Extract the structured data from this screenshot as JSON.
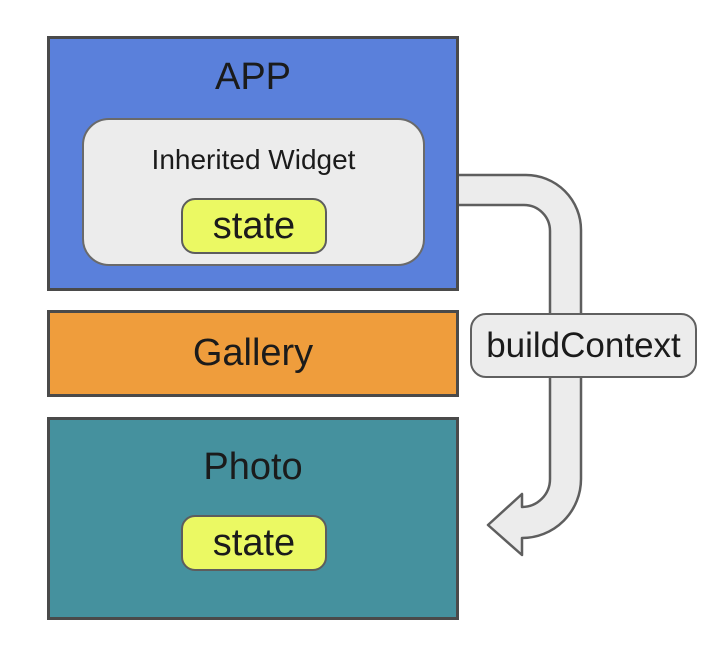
{
  "nodes": {
    "app": {
      "label": "APP",
      "fill": "#5a80db"
    },
    "inherited_widget": {
      "label": "Inherited Widget",
      "fill": "#ececec"
    },
    "app_state": {
      "label": "state",
      "fill": "#ebf963"
    },
    "gallery": {
      "label": "Gallery",
      "fill": "#ef9d3c"
    },
    "photo": {
      "label": "Photo",
      "fill": "#45919e"
    },
    "photo_state": {
      "label": "state",
      "fill": "#ebf963"
    }
  },
  "arrow": {
    "label": "buildContext",
    "fill": "#ececec",
    "outline": "#5e5e5e",
    "direction": "from APP / Inherited Widget down to Photo"
  },
  "colors": {
    "background": "#ffffff",
    "box_border": "#4a4a4a",
    "rounded_border": "#6a6a6a",
    "text": "#1b1b1b"
  }
}
